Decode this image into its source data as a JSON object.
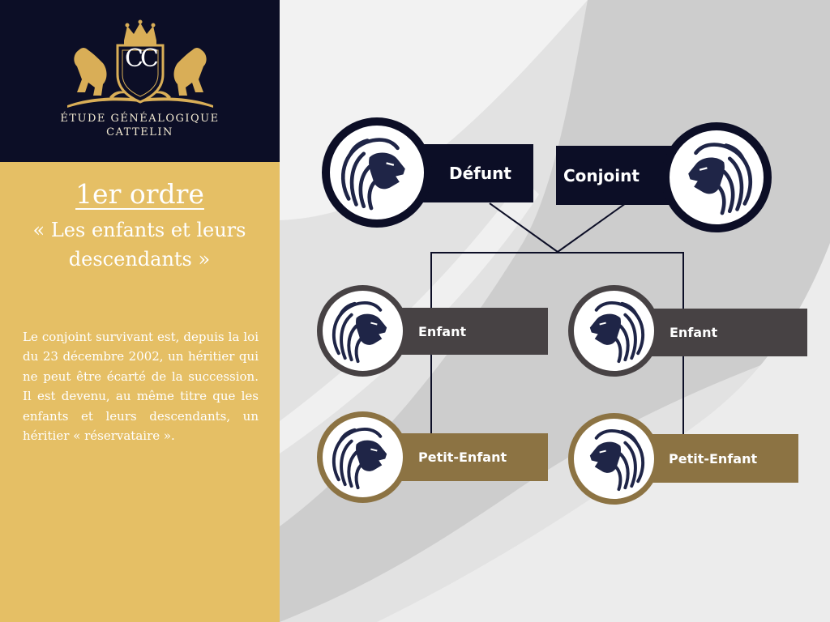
{
  "brand": {
    "monogram": "CC",
    "line1": "ÉTUDE GÉNÉALOGIQUE",
    "line2": "CATTELIN"
  },
  "order": {
    "title": "1er ordre",
    "subtitle": "« Les enfants et leurs descendants »"
  },
  "description": "Le conjoint survivant est, depuis la loi du 23 décembre 2002, un héritier qui ne peut être écarté de la succession. Il est devenu, au même titre que les enfants et leurs descendants, un héritier « réservataire ».",
  "tree": {
    "defunt": "Défunt",
    "conjoint": "Conjoint",
    "enfant_left": "Enfant",
    "enfant_right": "Enfant",
    "petit_enfant_left": "Petit-Enfant",
    "petit_enfant_right": "Petit-Enfant"
  },
  "icons": {
    "person": "lion-head-icon",
    "logo": "lion-crest-icon"
  },
  "colors": {
    "navy": "#0c0e26",
    "gold": "#e5bf65",
    "gray": "#474244",
    "brown": "#8c7343"
  }
}
